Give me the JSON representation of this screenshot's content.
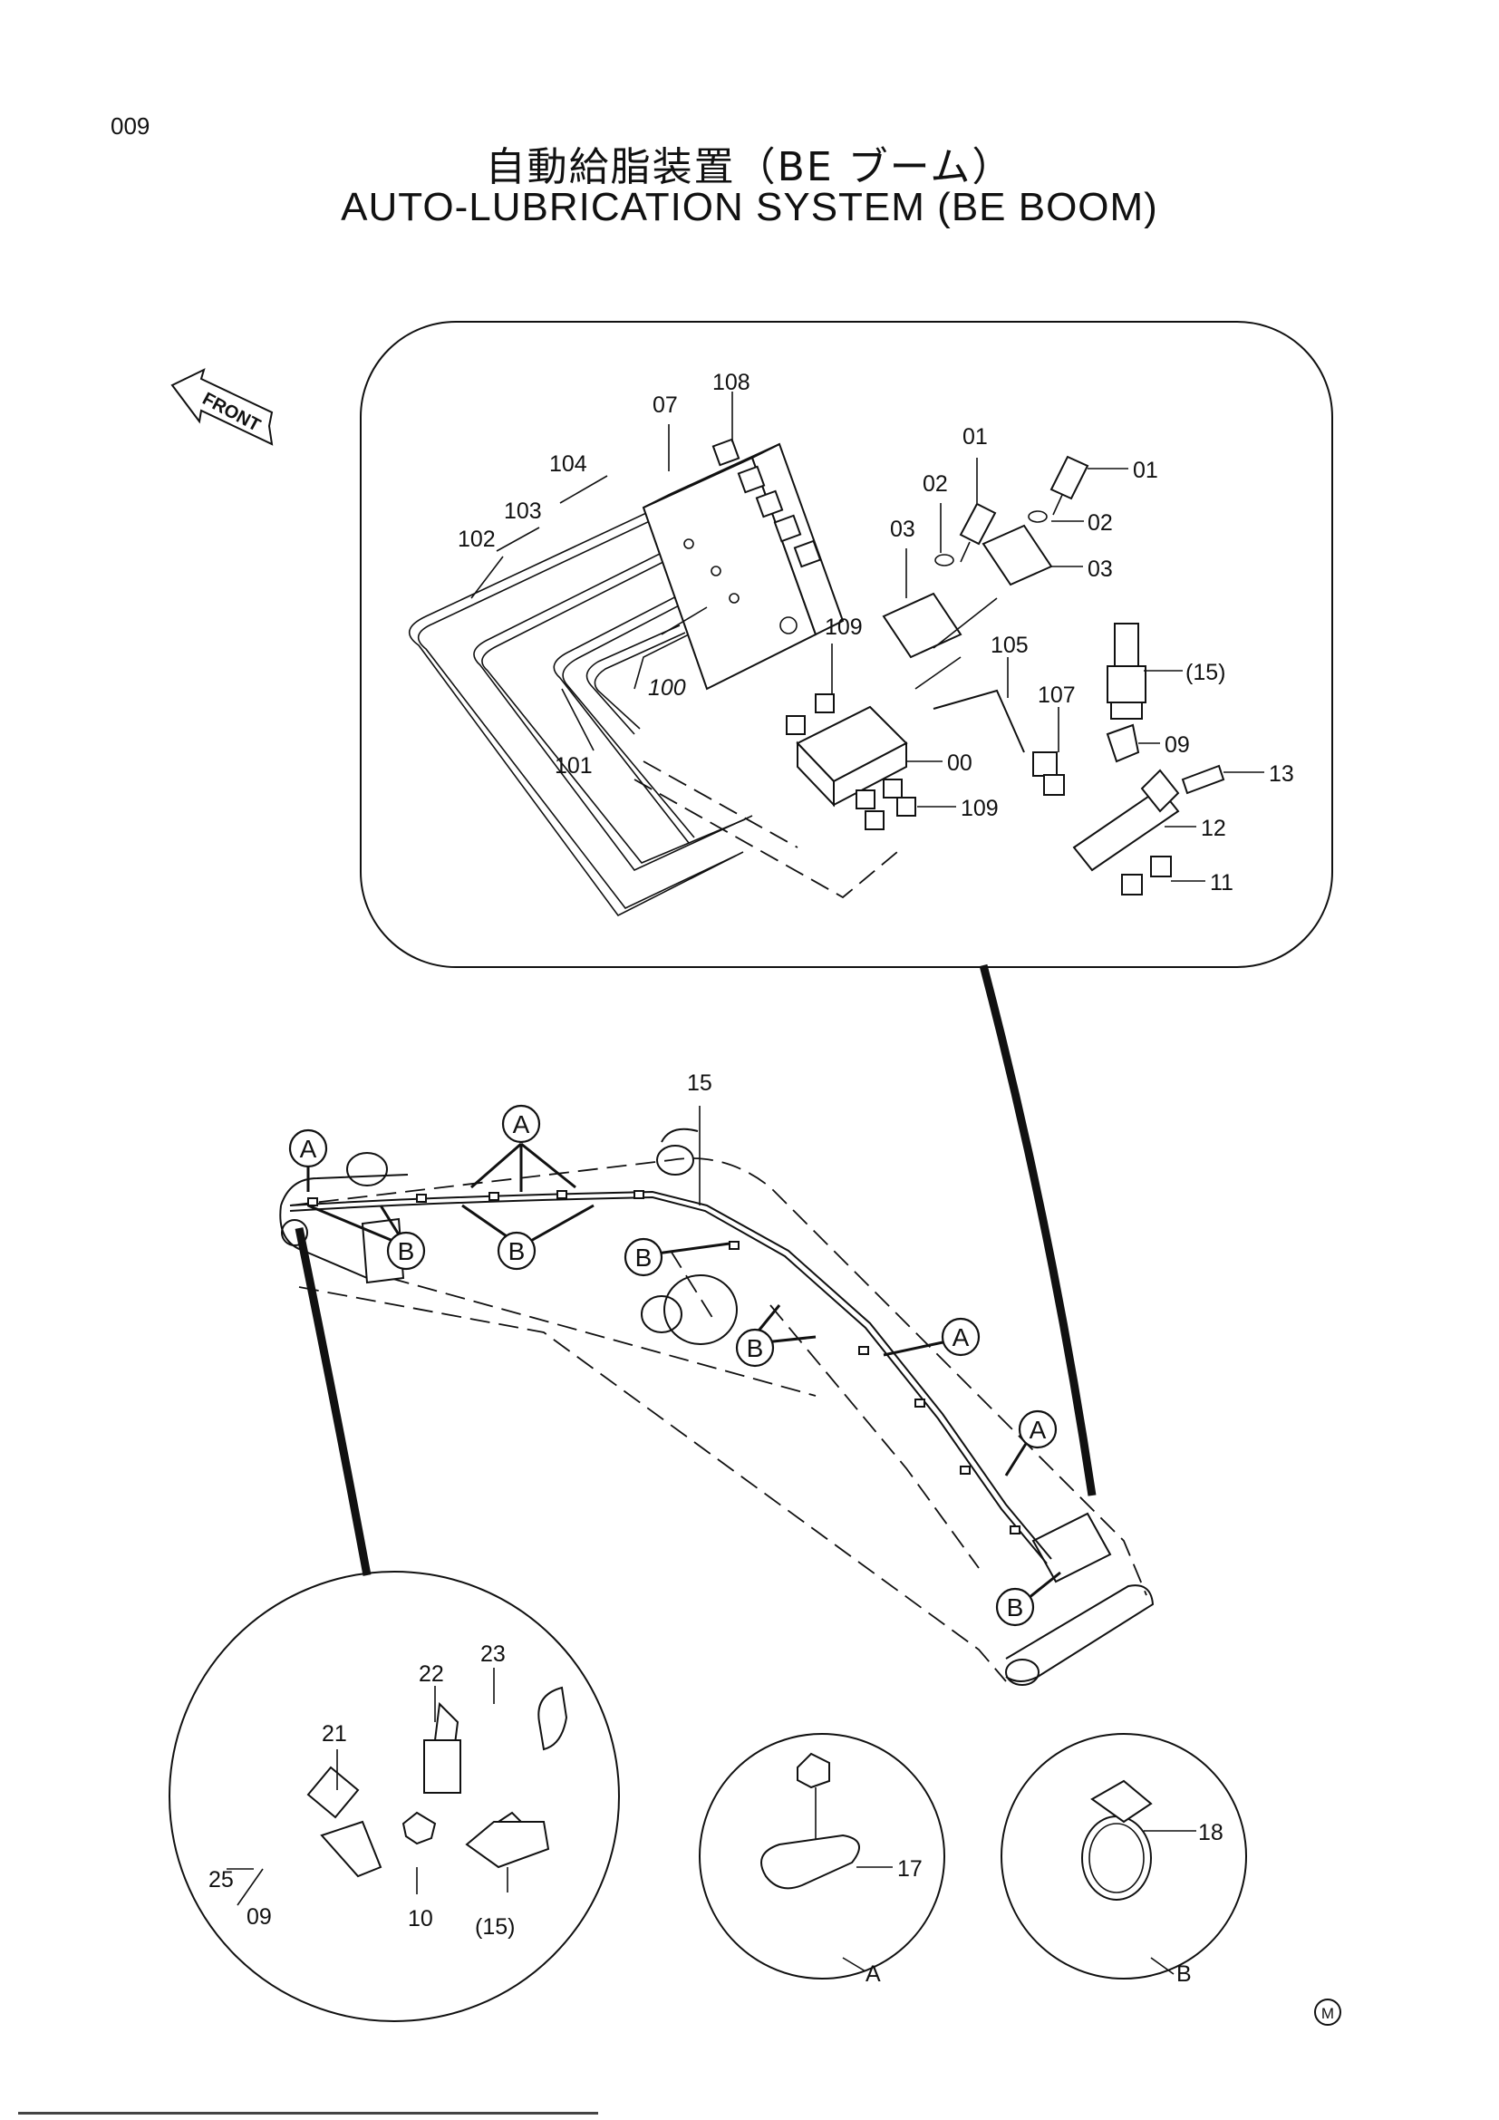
{
  "page_number": "009",
  "title_jp": "自動給脂装置（BE ブーム）",
  "title_en": "AUTO-LUBRICATION SYSTEM (BE BOOM)",
  "front_label": "FRONT",
  "detail_callouts": {
    "c108": "108",
    "c07": "07",
    "c104": "104",
    "c103": "103",
    "c102": "102",
    "c100": "100",
    "c101": "101",
    "c109a": "109",
    "c109b": "109",
    "c00": "00",
    "c01a": "01",
    "c01b": "01",
    "c02a": "02",
    "c02b": "02",
    "c03a": "03",
    "c03b": "03",
    "c105": "105",
    "c107": "107",
    "c15": "(15)",
    "c09": "09",
    "c13": "13",
    "c12": "12",
    "c11": "11"
  },
  "boom_callouts": {
    "c15": "15"
  },
  "markers": {
    "a": "A",
    "b": "B"
  },
  "circle_left": {
    "c23": "23",
    "c22": "22",
    "c21": "21",
    "c25": "25",
    "c09": "09",
    "c10": "10",
    "c15": "(15)"
  },
  "circle_a": {
    "c17": "17",
    "tag": "A"
  },
  "circle_b": {
    "c18": "18",
    "tag": "B"
  },
  "corner_mark": "M"
}
